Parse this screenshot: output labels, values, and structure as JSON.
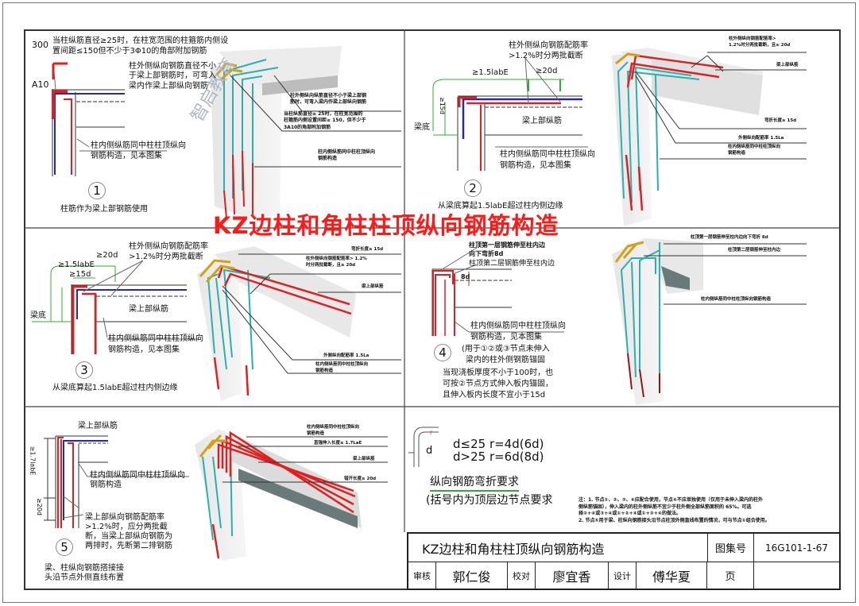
{
  "main_title": "KZ边柱和角柱柱顶纵向钢筋构造",
  "panel1": {
    "number": "1",
    "dim_300": "300",
    "label_a10": "A10",
    "note_top": [
      "当柱纵筋直径≥25时，在柱宽范围的柱箍筋内侧设",
      "置间距≤150但不少于3Φ10的角部附加钢筋"
    ],
    "note_outer": [
      "柱外侧纵向钢筋直径不小",
      "于梁上部钢筋时，可弯入",
      "梁内作梁上部纵向钢筋"
    ],
    "note_inner": [
      "柱内侧纵筋同中柱柱顶纵向",
      "钢筋构造，见本图集"
    ],
    "caption": "柱筋作为梁上部钢筋使用",
    "iso_labels": [
      [
        "柱外侧纵向纵筋直径不小于梁上部钢",
        "筋时，可弯入梁内作梁上部纵向钢筋"
      ],
      [
        "当柱纵筋直径≥ 25时，在柱宽范围的",
        "柱箍筋内侧设置间距≥ 150，但不少于",
        "3A10的角部附加钢筋"
      ],
      [
        "柱内侧纵筋同中柱柱顶纵向",
        "钢筋构造"
      ]
    ]
  },
  "panel2": {
    "number": "2",
    "note_ratio": [
      "柱外侧纵向钢筋配筋率",
      ">1.2%时分两批截断"
    ],
    "dim_la": "≥1.5labE",
    "dim_20d": "≥20d",
    "dim_15d": "≥15d",
    "beam_bottom": "梁底",
    "beam_top": "梁上部纵筋",
    "note_inner": [
      "柱内侧纵筋同中柱柱顶纵向",
      "钢筋构造，见本图集"
    ],
    "caption": "从梁底算起1.5labE超过柱内侧边缘",
    "iso_labels": [
      [
        "柱外侧纵向钢筋配筋率>",
        "1.2%时分两批截断，且≥    20d"
      ],
      [
        "梁上部纵筋"
      ],
      [
        "弯折长度≥    15d"
      ],
      [
        "外侧纵向配筋率    1.5La"
      ],
      [
        "柱内侧纵筋同中柱柱顶纵向",
        "钢筋构造"
      ]
    ]
  },
  "panel3": {
    "number": "3",
    "note_ratio": [
      "柱外侧纵向钢筋配筋率",
      ">1.2%时分两批截断"
    ],
    "dim_la": "≥1.5labE",
    "dim_20d": "≥20d",
    "dim_15d": "≥15d",
    "beam_bottom": "梁底",
    "beam_top": "梁上部纵筋",
    "note_inner": [
      "柱内侧纵筋同中柱柱顶纵向",
      "钢筋构造，见本图集"
    ],
    "caption": "从梁底算起1.5labE超过柱内侧边缘",
    "iso_labels": [
      [
        "弯折长度≥    15d"
      ],
      [
        "柱外侧纵向钢筋配筋率>       1.2%",
        "时分两批截断，且≥    20d"
      ],
      [
        "梁上部纵筋"
      ],
      [
        "外侧纵向配筋率    1.5La"
      ],
      [
        "柱内侧纵筋同中柱柱顶纵向",
        "钢筋构造"
      ]
    ]
  },
  "panel4": {
    "number": "4",
    "note_layer1": [
      "柱顶第一层钢筋伸至柱内边",
      "向下弯折8d"
    ],
    "note_layer2": "柱顶第二层钢筋伸至柱内边",
    "dim_8d": "8d",
    "note_inner": [
      "柱内侧纵筋同中柱柱顶纵向",
      "钢筋构造，见本图集"
    ],
    "note_use": [
      "(用于①②或③节点未伸入",
      "梁内的柱外侧钢筋锚固"
    ],
    "note_slab": [
      "当现浇板厚度不小于100时，也",
      "可按②节点方式伸入板内锚固，",
      "且伸入板内长度不宜小于15d"
    ],
    "iso_labels": [
      [
        "柱顶第一层钢筋伸至柱内边向下弯折        8d"
      ],
      [
        "柱顶第二层钢筋伸至柱内边"
      ],
      [
        "柱内侧纵筋同中柱柱顶纵向钢筋构造"
      ]
    ]
  },
  "panel5": {
    "number": "5",
    "beam_top": "梁上部纵筋",
    "dim_upper": "≥1.7labE",
    "dim_lower": "≥20d",
    "note_inner": [
      "柱内侧纵筋同中柱柱顶纵向",
      "钢筋构造"
    ],
    "note_ratio": [
      "梁上部纵向钢筋配筋率",
      ">1.2%时，应分两批截",
      "断，当梁上部纵向钢筋为",
      "两排时，先断第二排钢筋"
    ],
    "caption": [
      "梁、柱纵向钢筋搭接接",
      "头沿节点外侧直线布置"
    ],
    "iso_labels": [
      [
        "柱内侧纵筋同中柱柱顶纵向",
        "钢筋构造"
      ],
      [
        "直锚伸入长度≥    1.7LaE"
      ],
      [
        "梁上部纵筋"
      ],
      [
        "错开长度≥    20d"
      ]
    ]
  },
  "bend": {
    "label_r": "r",
    "label_d": "d",
    "rule1": "d≤25  r=4d(6d)",
    "rule2": "d>25  r=6d(8d)",
    "title": "纵向钢筋弯折要求",
    "subtitle": "(括号内为顶层边节点要求"
  },
  "notes": [
    "注：1. 节点①、②、③、④应配合使用，节点④不应单独使用（仅用于未伸入梁内的柱外",
    "侧纵筋锚固），伸入梁内的柱外侧纵筋不宜少于柱外侧全部纵筋面积的          65%。可选",
    "择②+④或③+④或①+②+④或①+③+④的做法。",
    "2. 节点⑤用于梁、柱纵向钢筋接头沿节点柱顶外侧直线布置的情况，可与节点①组合使用。"
  ],
  "title_block": {
    "title": "KZ边柱和角柱柱顶纵向钢筋构造",
    "atlas_label": "图集号",
    "atlas_no": "16G101-1-67",
    "review_label": "审核",
    "reviewer": "郭仁俊",
    "check_label": "校对",
    "checker": "廖宜香",
    "design_label": "设计",
    "designer": "傅华夏",
    "page_label": "页",
    "page_no": ""
  },
  "watermark": "智启教育",
  "colors": {
    "outer_rebar": "#e02020",
    "inner_rebar": "#2ab0b0",
    "stirrup": "#d4a017",
    "beam_rebar": "#2a2a9a",
    "title_red": "#ff1a1a"
  }
}
